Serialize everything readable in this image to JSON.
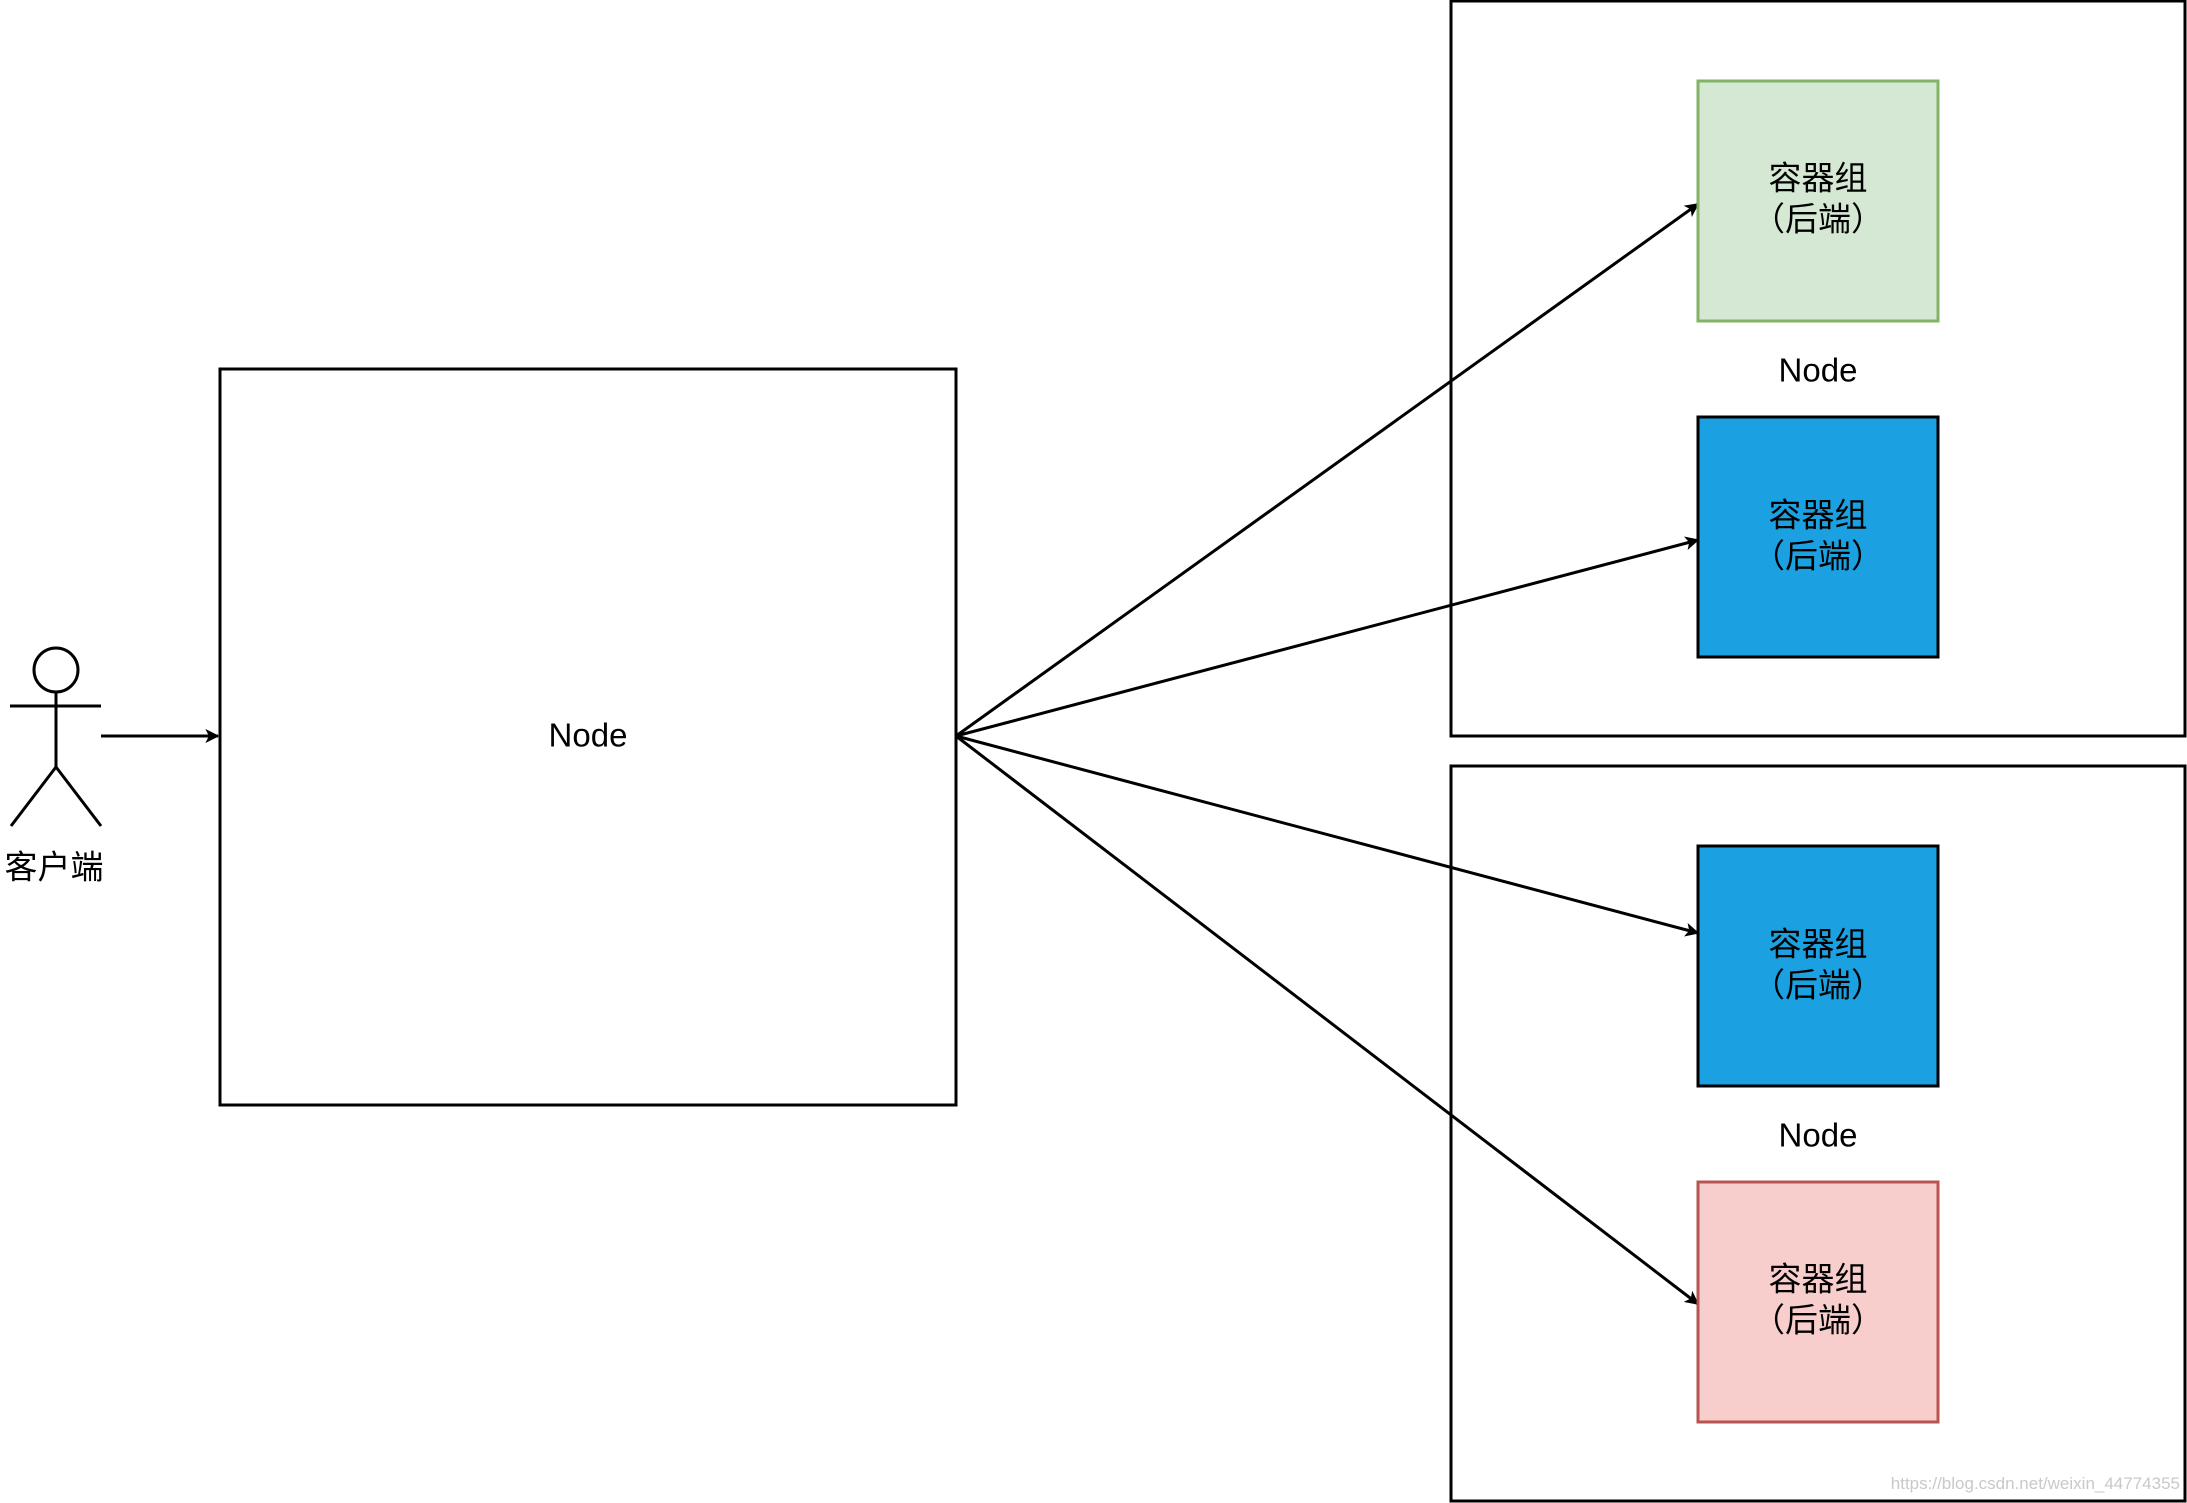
{
  "diagram": {
    "client": {
      "label": "客户端"
    },
    "entry_node": {
      "label": "Node"
    },
    "backend_nodes": [
      {
        "label": "Node",
        "pods": [
          {
            "line1": "容器组",
            "line2": "（后端）",
            "fill": "#d5e8d4",
            "stroke": "#82b366"
          },
          {
            "line1": "容器组",
            "line2": "（后端）",
            "fill": "#1ba1e2",
            "stroke": "#000000"
          }
        ]
      },
      {
        "label": "Node",
        "pods": [
          {
            "line1": "容器组",
            "line2": "（后端）",
            "fill": "#1ba1e2",
            "stroke": "#000000"
          },
          {
            "line1": "容器组",
            "line2": "（后端）",
            "fill": "#f8cecc",
            "stroke": "#b85450"
          }
        ]
      }
    ],
    "watermark": "https://blog.csdn.net/weixin_44774355"
  }
}
